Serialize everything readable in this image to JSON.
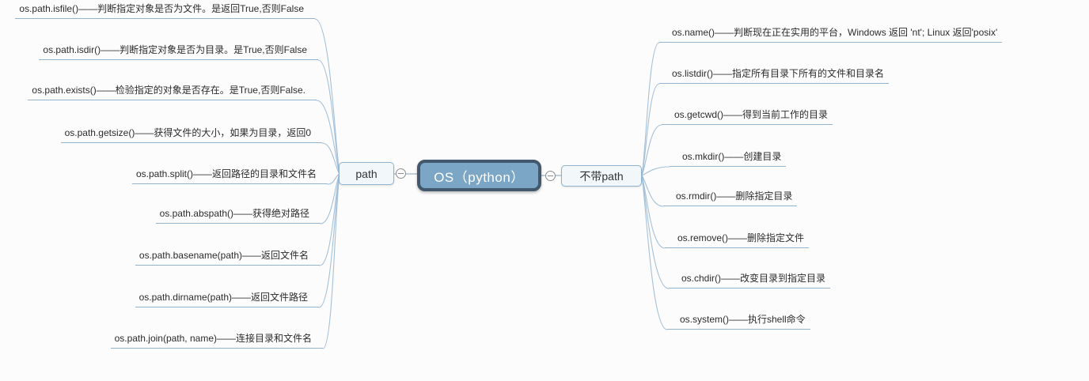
{
  "title": "OS（python）",
  "branches": {
    "left": {
      "label": "path",
      "items": [
        "os.path.isfile()——判断指定对象是否为文件。是返回True,否则False",
        "os.path.isdir()——判断指定对象是否为目录。是True,否则False",
        "os.path.exists()——检验指定的对象是否存在。是True,否则False.",
        "os.path.getsize()——获得文件的大小，如果为目录，返回0",
        "os.path.split()——返回路径的目录和文件名",
        "os.path.abspath()——获得绝对路径",
        "os.path.basename(path)——返回文件名",
        "os.path.dirname(path)——返回文件路径",
        "os.path.join(path, name)——连接目录和文件名"
      ]
    },
    "right": {
      "label": "不带path",
      "items": [
        "os.name()——判断现在正在实用的平台，Windows 返回 'nt'; Linux 返回'posix'",
        "os.listdir()——指定所有目录下所有的文件和目录名",
        "os.getcwd()——得到当前工作的目录",
        "os.mkdir()——创建目录",
        "os.rmdir()——删除指定目录",
        "os.remove()——删除指定文件",
        "os.chdir()——改变目录到指定目录",
        "os.system()——执行shell命令"
      ]
    }
  },
  "icons": {
    "collapse": "minus-icon"
  },
  "colors": {
    "root_fill": "#7ba6c6",
    "root_border": "#42586c",
    "root_text": "#ffffff",
    "branch_fill": "#f2f7fa",
    "branch_border": "#8fb2ce",
    "connector_line": "#a4c0d8",
    "underline": "#94b3cf",
    "text": "#2b2b2b"
  }
}
